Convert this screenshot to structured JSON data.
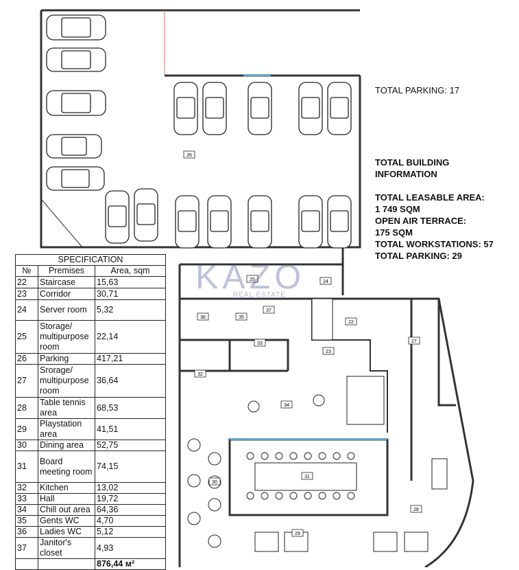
{
  "parking_summary": "TOTAL PARKING: 17",
  "building_info": {
    "title": "TOTAL BUILDING INFORMATION",
    "leasable_label": "TOTAL LEASABLE AREA:",
    "leasable_value": "1 749 SQM",
    "terrace_label": "OPEN AIR TERRACE:",
    "terrace_value": "175 SQM",
    "workstations": "TOTAL WORKSTATIONS: 57",
    "parking": "TOTAL PARKING: 29"
  },
  "watermark": {
    "brand": "KAZO",
    "sub": "REAL ESTATE"
  },
  "spec": {
    "title": "SPECIFICATION",
    "headers": [
      "№",
      "Premises",
      "Area, sqm"
    ],
    "rows": [
      [
        "22",
        "Staircase",
        "15,63"
      ],
      [
        "23",
        "Corridor",
        "30,71"
      ],
      [
        "24",
        "Server room",
        "5,32"
      ],
      [
        "25",
        "Storage/ multipurpose room",
        "22,14"
      ],
      [
        "26",
        "Parking",
        "417,21"
      ],
      [
        "27",
        "Srorage/ multipurpose room",
        "36,64"
      ],
      [
        "28",
        "Table tennis area",
        "68,53"
      ],
      [
        "29",
        "Playstation area",
        "41,51"
      ],
      [
        "30",
        "Dining area",
        "52,75"
      ],
      [
        "31",
        "Board meeting room",
        "74,15"
      ],
      [
        "32",
        "Kitchen",
        "13,02"
      ],
      [
        "33",
        "Hall",
        "19,72"
      ],
      [
        "34",
        "Chill out area",
        "64,36"
      ],
      [
        "35",
        "Gents WC",
        "4,70"
      ],
      [
        "36",
        "Ladies WC",
        "5,12"
      ],
      [
        "37",
        "Janitor's closet",
        "4,93"
      ]
    ],
    "total": "876,44 м²"
  },
  "room_labels": [
    "26",
    "25",
    "24",
    "22",
    "23",
    "27",
    "33",
    "32",
    "34",
    "31",
    "30",
    "28",
    "29",
    "36",
    "35",
    "37"
  ]
}
